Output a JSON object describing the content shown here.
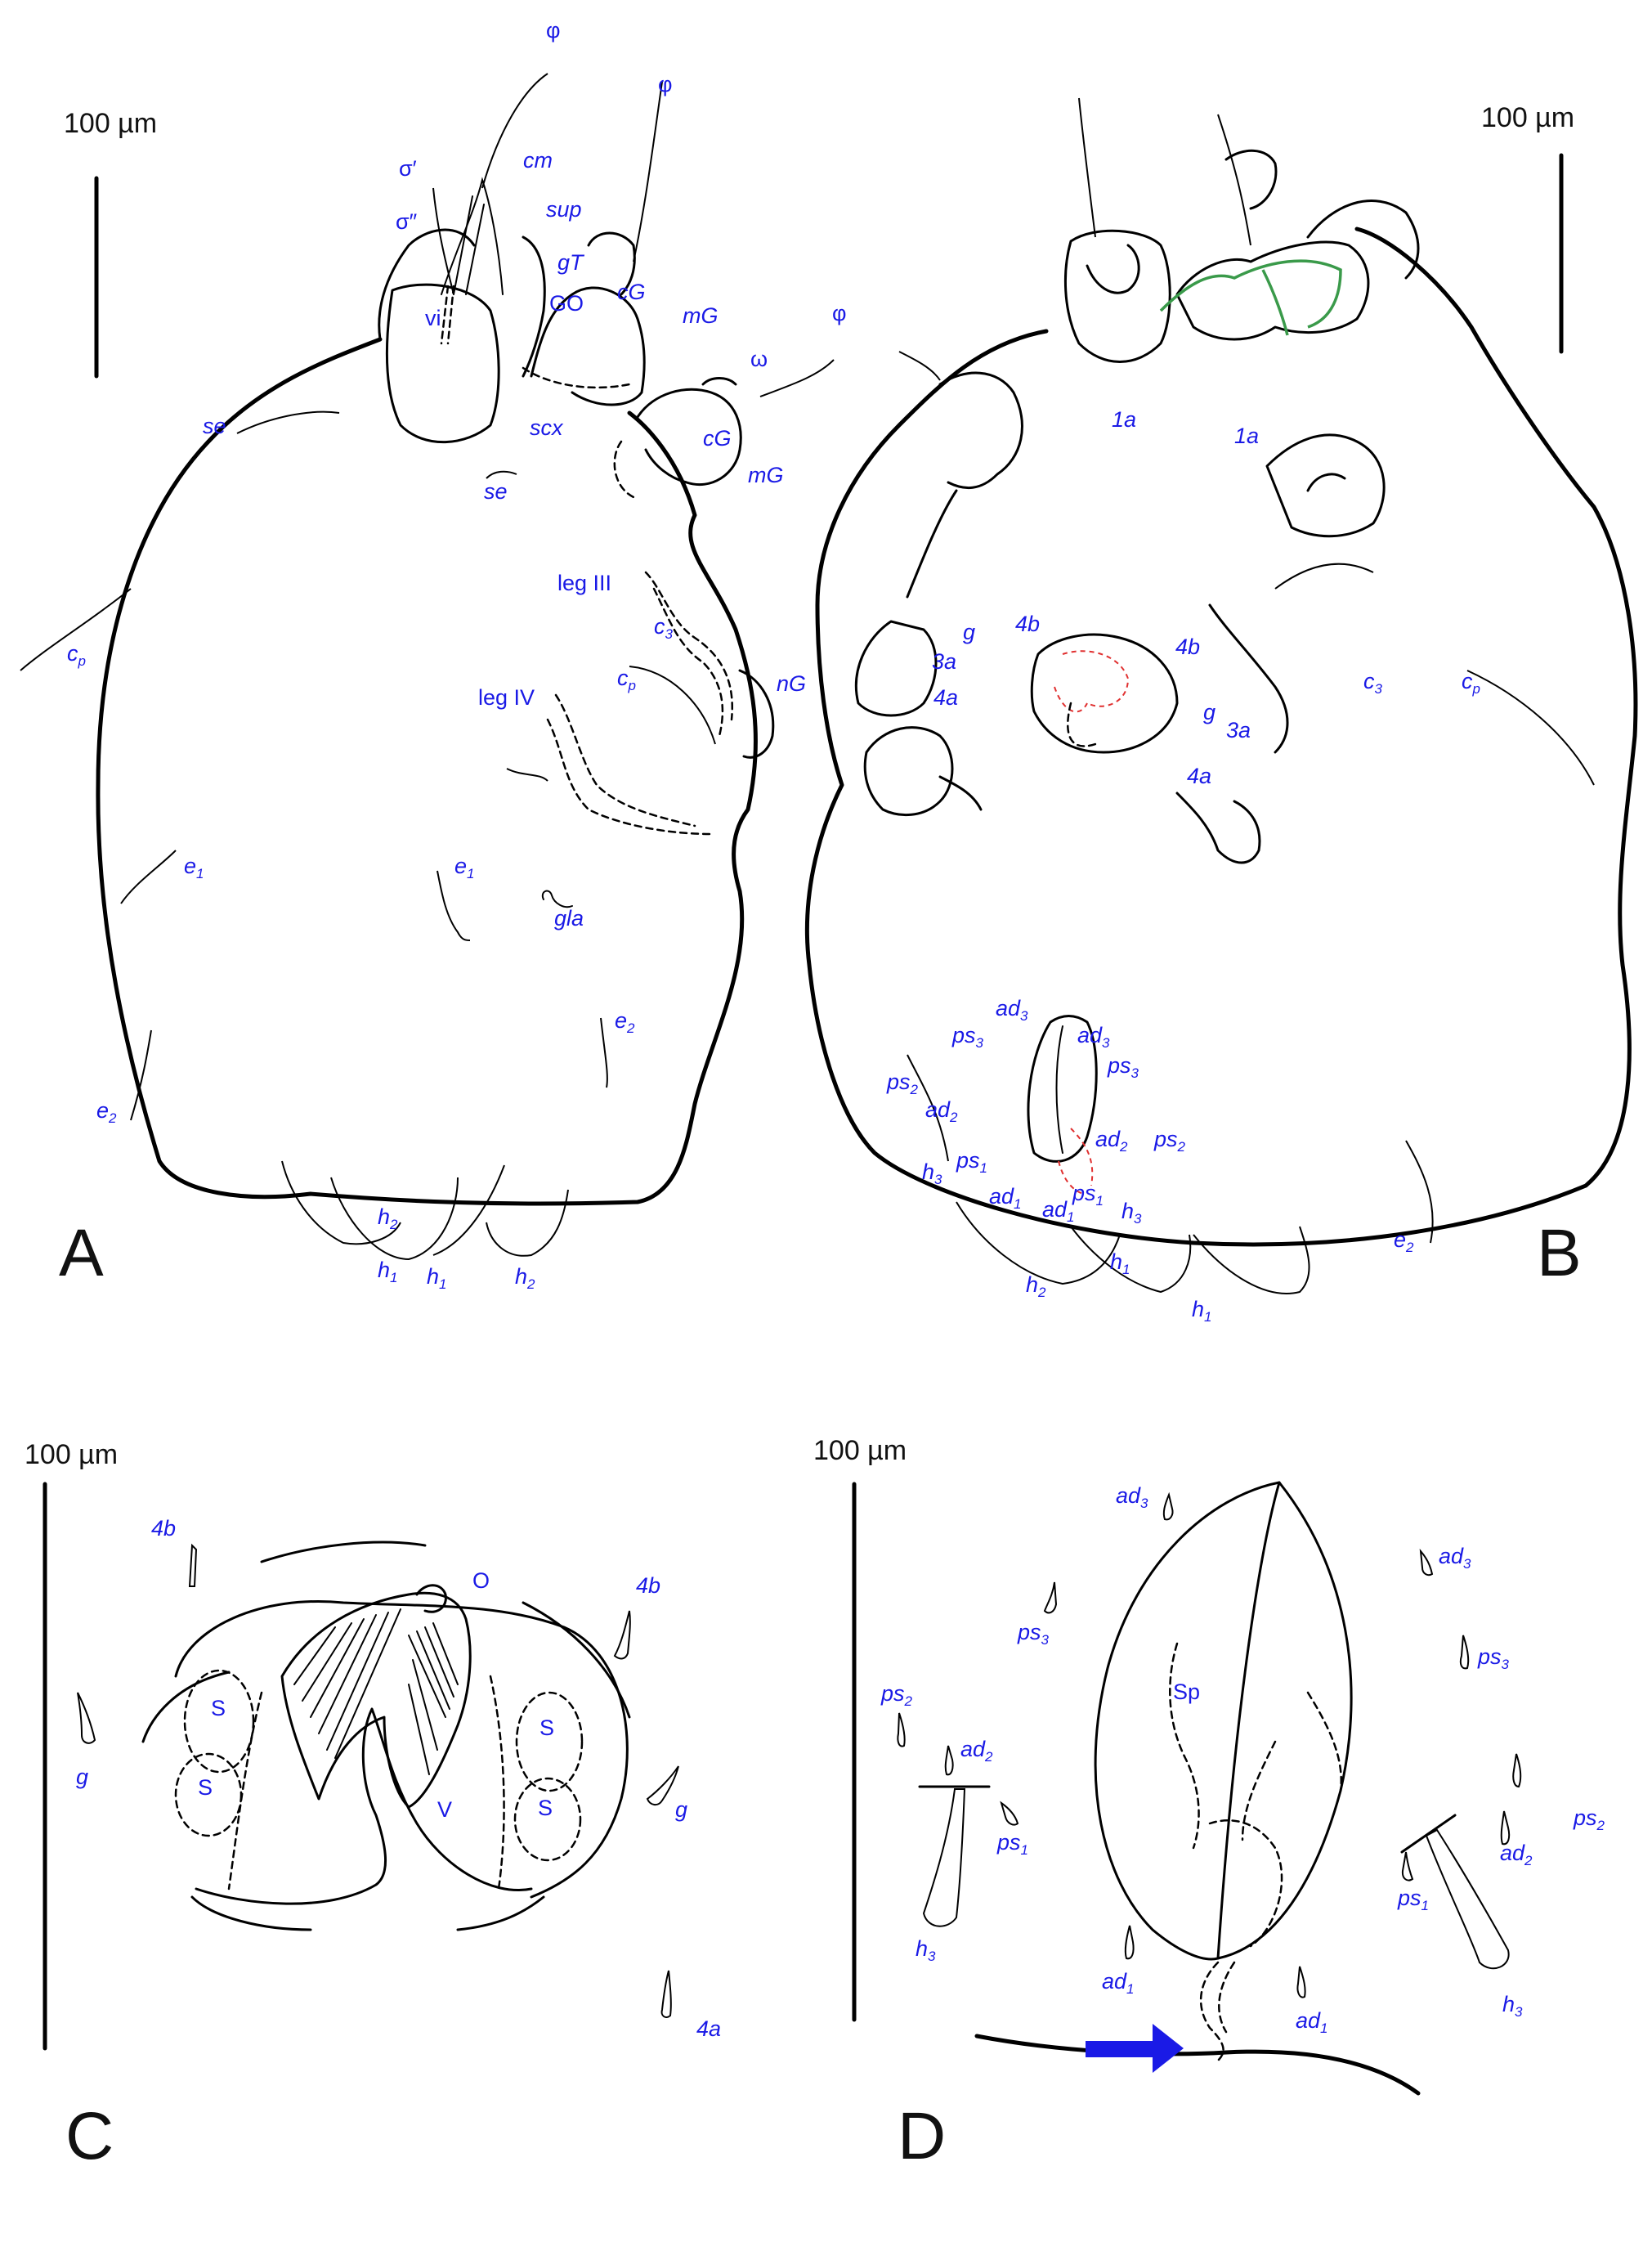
{
  "figure": {
    "panels": {
      "A": {
        "letter": "A",
        "scale_label": "100 µm"
      },
      "B": {
        "letter": "B",
        "scale_label": "100 µm"
      },
      "C": {
        "letter": "C",
        "scale_label": "100 µm"
      },
      "D": {
        "letter": "D",
        "scale_label": "100 µm"
      }
    },
    "labels_A": {
      "phi1": "φ",
      "phi2": "φ",
      "phi3": "φ",
      "sigma1": "σ′",
      "sigma2": "σ″",
      "vi": "vi",
      "cm": "cm",
      "sup": "sup",
      "gT": "gT",
      "GO": "GO",
      "cG1": "cG",
      "mG1": "mG",
      "omega": "ω",
      "cG2": "cG",
      "mG2": "mG",
      "scx": "scx",
      "se1": "se",
      "se2": "se",
      "legIII": "leg III",
      "c3": "c",
      "c3_sub": "3",
      "cp1": "c",
      "cp1_sub": "p",
      "cp2": "c",
      "cp2_sub": "p",
      "legIV": "leg IV",
      "nG": "nG",
      "e1a": "e",
      "e1a_sub": "1",
      "e1b": "e",
      "e1b_sub": "1",
      "gla": "gla",
      "e2a": "e",
      "e2a_sub": "2",
      "e2b": "e",
      "e2b_sub": "2",
      "h2a": "h",
      "h2a_sub": "2",
      "h1a": "h",
      "h1a_sub": "1",
      "h1b": "h",
      "h1b_sub": "1",
      "h2b": "h",
      "h2b_sub": "2"
    },
    "labels_B": {
      "1a_l": "1a",
      "1a_r": "1a",
      "g_l": "g",
      "3a_l": "3a",
      "4a_l": "4a",
      "4b_l": "4b",
      "4b_r": "4b",
      "g_r": "g",
      "3a_r": "3a",
      "4a_r": "4a",
      "c3": "c",
      "c3_sub": "3",
      "cp": "c",
      "cp_sub": "p",
      "ad3_l": "ad",
      "ad3_l_sub": "3",
      "ps3_l": "ps",
      "ps3_l_sub": "3",
      "ad3_r": "ad",
      "ad3_r_sub": "3",
      "ps3_r": "ps",
      "ps3_r_sub": "3",
      "ps2_l": "ps",
      "ps2_l_sub": "2",
      "ad2_l": "ad",
      "ad2_l_sub": "2",
      "ad2_r": "ad",
      "ad2_r_sub": "2",
      "ps2_r": "ps",
      "ps2_r_sub": "2",
      "h3_l": "h",
      "h3_l_sub": "3",
      "ps1_l": "ps",
      "ps1_l_sub": "1",
      "ad1_l": "ad",
      "ad1_l_sub": "1",
      "ad1_r": "ad",
      "ad1_r_sub": "1",
      "ps1_r": "ps",
      "ps1_r_sub": "1",
      "h3_r": "h",
      "h3_r_sub": "3",
      "h2": "h",
      "h2_sub": "2",
      "h1a": "h",
      "h1a_sub": "1",
      "h1b": "h",
      "h1b_sub": "1",
      "e2": "e",
      "e2_sub": "2"
    },
    "labels_C": {
      "4b_l": "4b",
      "4b_r": "4b",
      "O": "O",
      "S1": "S",
      "S2": "S",
      "S3": "S",
      "S4": "S",
      "V": "V",
      "g_l": "g",
      "g_r": "g",
      "4a": "4a"
    },
    "labels_D": {
      "ad3_l": "ad",
      "ad3_l_sub": "3",
      "ad3_r": "ad",
      "ad3_r_sub": "3",
      "ps3_l": "ps",
      "ps3_l_sub": "3",
      "ps3_r": "ps",
      "ps3_r_sub": "3",
      "ps2_l": "ps",
      "ps2_l_sub": "2",
      "ad2_l": "ad",
      "ad2_l_sub": "2",
      "Sp": "Sp",
      "ps1_l": "ps",
      "ps1_l_sub": "1",
      "ad2_r": "ad",
      "ad2_r_sub": "2",
      "ps2_r": "ps",
      "ps2_r_sub": "2",
      "h3_l": "h",
      "h3_l_sub": "3",
      "ad1_l": "ad",
      "ad1_l_sub": "1",
      "ad1_r": "ad",
      "ad1_r_sub": "1",
      "ps1_r": "ps",
      "ps1_r_sub": "1",
      "h3_r": "h",
      "h3_r_sub": "3"
    },
    "colors": {
      "label": "#1a1ae6",
      "line": "#000000",
      "red_detail": "#e03030",
      "green_detail": "#3a9a4a",
      "arrow": "#1a1ae6"
    }
  }
}
